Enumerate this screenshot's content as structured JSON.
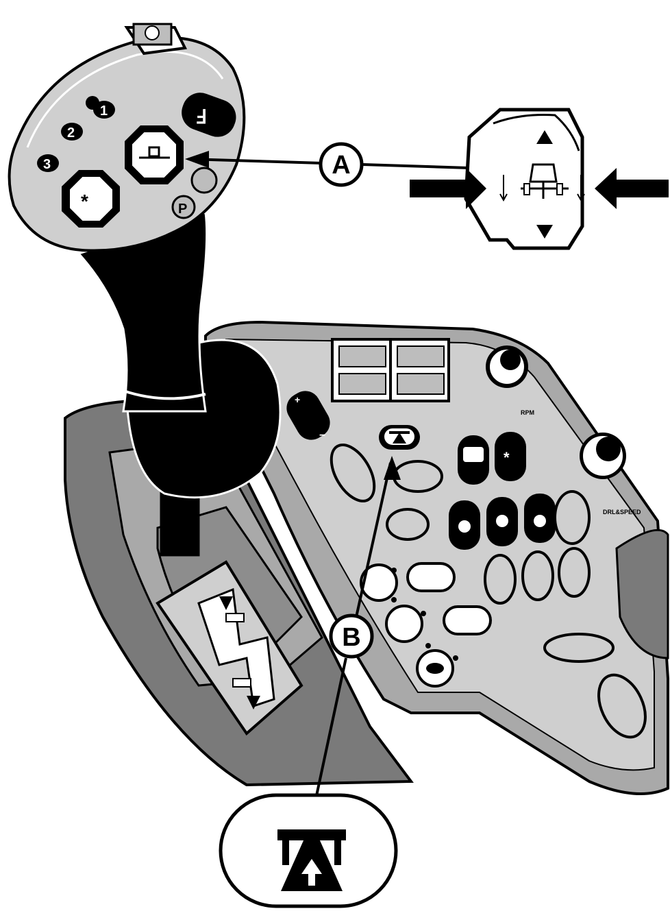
{
  "callouts": {
    "a": {
      "letter": "A"
    },
    "b": {
      "letter": "B"
    }
  },
  "joystick": {
    "buttons": [
      "1",
      "2",
      "3"
    ]
  },
  "console": {
    "knob_right_label": "DRL&SPEED",
    "knob_top_label": "RPM"
  },
  "colors": {
    "outline": "#000000",
    "light_gray": "#cfcfcf",
    "mid_gray": "#a9a9a9",
    "dark_gray": "#7a7a7a",
    "black": "#000000",
    "white": "#ffffff"
  }
}
